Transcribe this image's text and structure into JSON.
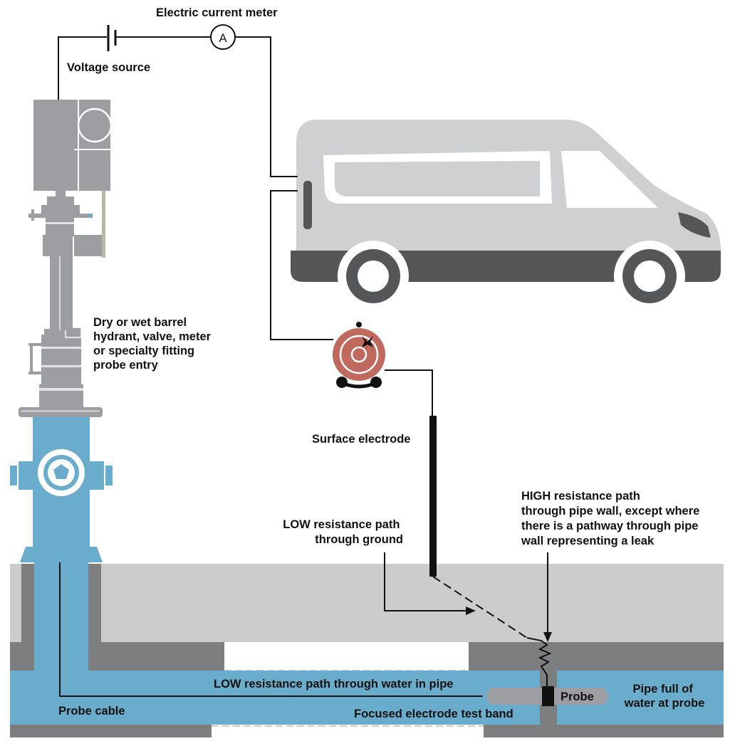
{
  "labels": {
    "electric_current_meter": "Electric current meter",
    "voltage_source": "Voltage source",
    "ammeter_symbol": "A",
    "hydrant_entry": [
      "Dry or wet barrel",
      "hydrant, valve, meter",
      "or specialty fitting",
      "probe entry"
    ],
    "surface_electrode": "Surface electrode",
    "low_resistance_ground": [
      "LOW resistance path",
      "through ground"
    ],
    "high_resistance_wall": [
      "HIGH resistance path",
      "through pipe wall, except where",
      "there is a pathway through pipe",
      "wall representing a leak"
    ],
    "low_resistance_water": "LOW resistance path through water in pipe",
    "probe": "Probe",
    "pipe_full": [
      "Pipe full of",
      "water at probe"
    ],
    "probe_cable": "Probe cable",
    "focused_band": "Focused electrode test band"
  },
  "colors": {
    "water_blue": "#6aaccb",
    "ground_light": "#cccccd",
    "ground_dark": "#7d7e80",
    "hydrant_gray": "#9d9ea1",
    "van_body": "#cfd0d2",
    "van_dark": "#555657",
    "electrode_red": "#c0695e",
    "wire": "#111111"
  }
}
